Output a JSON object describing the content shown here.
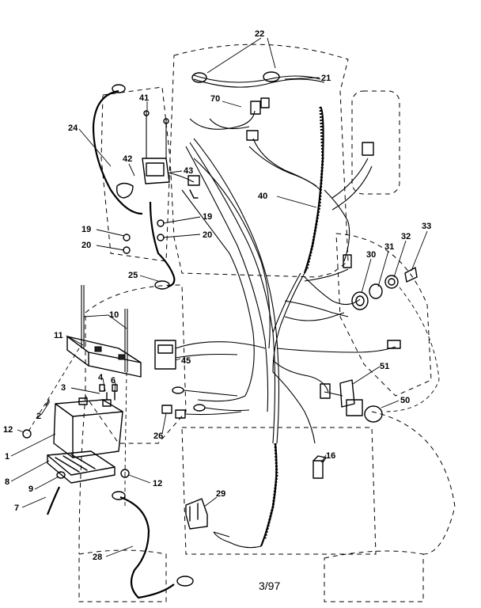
{
  "callouts": {
    "c22": "22",
    "c21": "21",
    "c41": "41",
    "c70": "70",
    "c24": "24",
    "c42": "42",
    "c43": "43",
    "c40": "40",
    "c19a": "19",
    "c19b": "19",
    "c20a": "20",
    "c20b": "20",
    "c33": "33",
    "c32": "32",
    "c31": "31",
    "c30": "30",
    "c25": "25",
    "c10": "10",
    "c11": "11",
    "c45": "45",
    "c3": "3",
    "c4": "4",
    "c6": "6",
    "c51": "51",
    "c50": "50",
    "c12a": "12",
    "c2": "2",
    "c26": "26",
    "c1": "1",
    "c8": "8",
    "c9": "9",
    "c12b": "12",
    "c16": "16",
    "c7": "7",
    "c29": "29",
    "c28": "28"
  },
  "footer": {
    "date_code": "3/97"
  }
}
